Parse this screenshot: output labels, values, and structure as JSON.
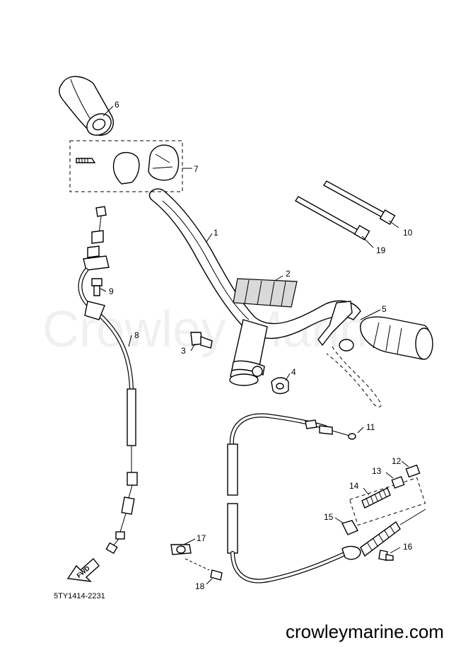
{
  "watermark": "Crowley Marine",
  "diagram_code": "5TY1414-2231",
  "site": "crowleymarine.com",
  "fwd_label": "FWD",
  "callouts": [
    "1",
    "2",
    "3",
    "4",
    "5",
    "6",
    "7",
    "8",
    "9",
    "10",
    "11",
    "12",
    "13",
    "14",
    "15",
    "16",
    "17",
    "18",
    "19"
  ]
}
